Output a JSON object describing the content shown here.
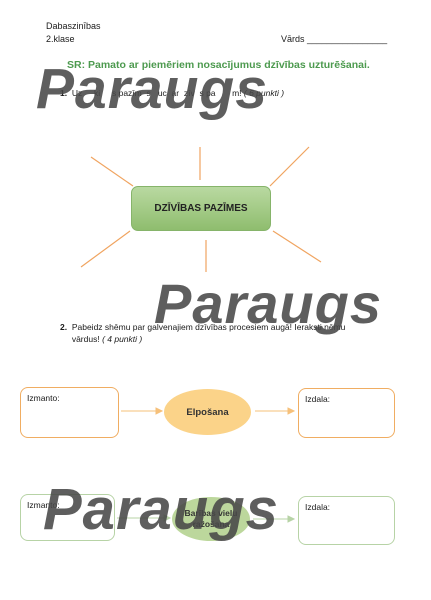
{
  "header": {
    "subject": "Dabaszinības",
    "grade": "2.klase",
    "name_label": "Vārds",
    "name_blank": "________________"
  },
  "goal": {
    "text": "SR: Pamato ar piemēriem nosacījumus dzīvības uzturēšanai."
  },
  "task1": {
    "number": "1.",
    "text_start": "Uz",
    "text_mid1": "ki",
    "text_mid2": "s pazīm",
    "text_mid3": "s",
    "text_mid4": "uc",
    "text_mid5": "ar",
    "text_mid6": "zīv",
    "text_mid7": "s pa",
    "text_end": "m!",
    "points": "( 6 punkti )"
  },
  "mindmap": {
    "center_label": "DZĪVĪBAS PAZĪMES"
  },
  "task2": {
    "number": "2.",
    "line1_a": "Pabeidz shēmu par galvenajiem dzīvības procesiem augā! Ieraksti nēmu",
    "line2_a": "vārdus!",
    "points": "( 4 punkti )"
  },
  "scheme1": {
    "left_label": "Izmanto:",
    "center_label": "Elpošana",
    "right_label": "Izdala:"
  },
  "scheme2": {
    "left_label": "Izmanto:",
    "center_line1": "Barības vielu",
    "center_line2": "ražošana",
    "right_label": "Izdala:"
  },
  "watermarks": {
    "text": "Paraugs"
  },
  "colors": {
    "goal_green": "#4d9a4f",
    "ray_orange": "#f0a460",
    "box_green": "#9cc47e",
    "ellipse_orange": "#fbd389",
    "arrow_orange": "#f6c07a"
  }
}
